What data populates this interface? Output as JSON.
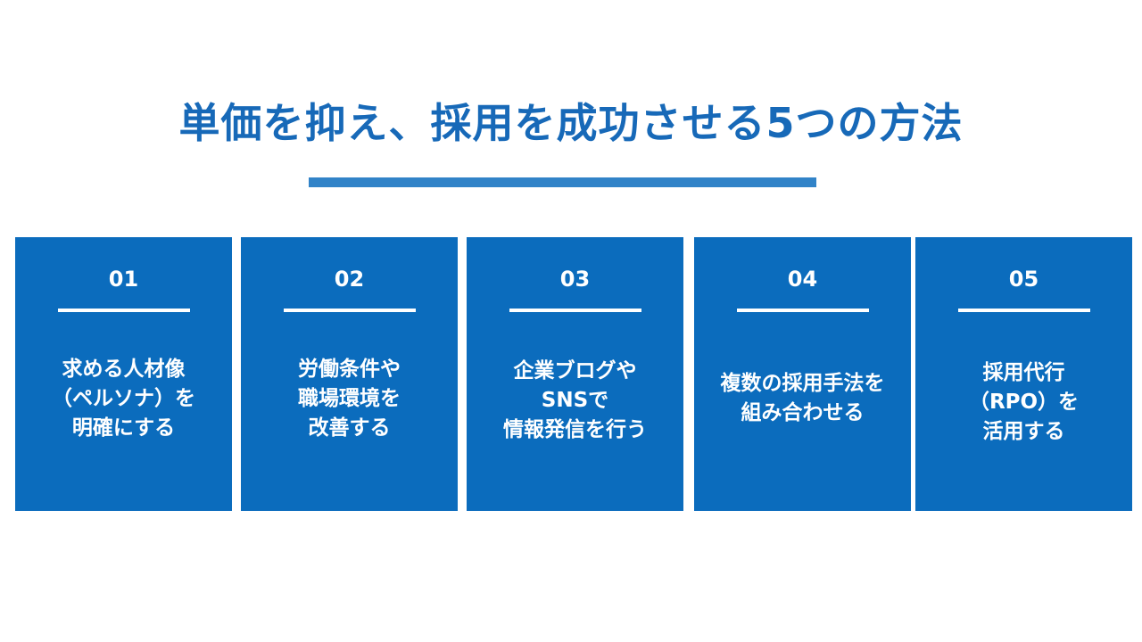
{
  "slide": {
    "title": "単価を抑え、採用を成功させる5つの方法",
    "colors": {
      "title": "#1769b8",
      "title_bar": "#3183c8",
      "card": "#0b6cbd",
      "card_text": "#ffffff"
    }
  },
  "cards": [
    {
      "number": "01",
      "text": "求める人材像\n（ペルソナ）を\n明確にする"
    },
    {
      "number": "02",
      "text": "労働条件や\n職場環境を\n改善する"
    },
    {
      "number": "03",
      "text": "企業ブログや\nSNSで\n情報発信を行う"
    },
    {
      "number": "04",
      "text": "複数の採用手法を\n組み合わせる"
    },
    {
      "number": "05",
      "text": "採用代行\n（RPO）を\n活用する"
    }
  ]
}
